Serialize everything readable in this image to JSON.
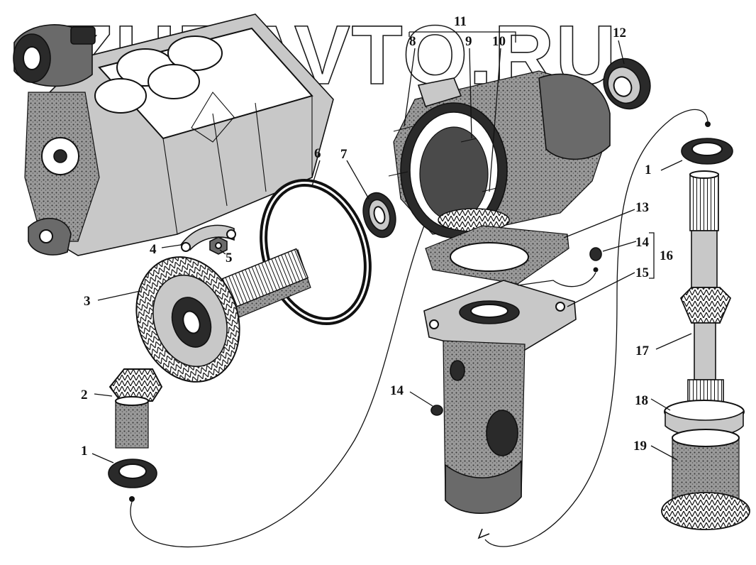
{
  "watermark": "ZURAVTO.RU",
  "callouts": {
    "c1a": "1",
    "c1b": "1",
    "c2": "2",
    "c3": "3",
    "c4": "4",
    "c5": "5",
    "c6": "6",
    "c7": "7",
    "c8": "8",
    "c9": "9",
    "c10": "10",
    "c11": "11",
    "c12": "12",
    "c13": "13",
    "c14a": "14",
    "c14b": "14",
    "c15": "15",
    "c16": "16",
    "c17": "17",
    "c18": "18",
    "c19": "19"
  }
}
